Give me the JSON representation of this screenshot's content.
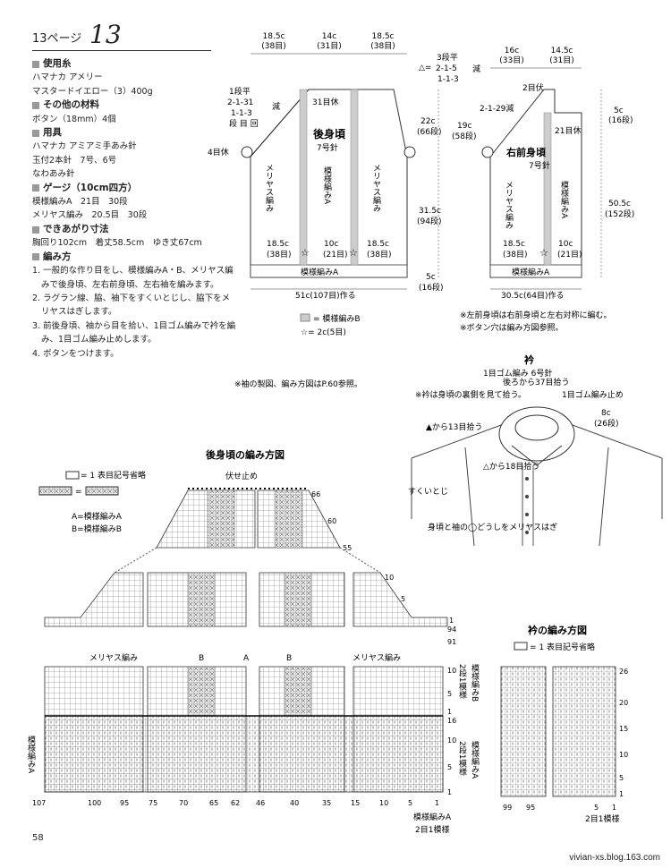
{
  "page": {
    "label": "13ページ",
    "number": "13",
    "page_no": "58",
    "footer": "vivian-xs.blog.163.com"
  },
  "sections": [
    {
      "heading": "使用糸",
      "lines": [
        "ハマナカ アメリー",
        "マスタードイエロー（3）400g"
      ]
    },
    {
      "heading": "その他の材料",
      "lines": [
        "ボタン（18mm）4個"
      ]
    },
    {
      "heading": "用具",
      "lines": [
        "ハマナカ アミアミ手あみ針",
        "玉付2本針　7号、6号",
        "なわあみ針"
      ]
    },
    {
      "heading": "ゲージ（10cm四方）",
      "lines": [
        "模様編みA　21目　30段",
        "メリヤス編み　20.5目　30段"
      ]
    },
    {
      "heading": "できあがり寸法",
      "lines": [
        "胸回り102cm　着丈58.5cm　ゆき丈67cm"
      ]
    },
    {
      "heading": "編み方",
      "lines": []
    }
  ],
  "steps": [
    "1. 一般的な作り目をし、模様編みA・B、メリヤス編みで後身頃、左右前身頃、左右袖を編みます。",
    "2. ラグラン線、脇、袖下をすくいとじし、脇下をメリヤスはぎします。",
    "3. 前後身頃、袖から目を拾い、1目ゴム編みで衿を編み、1目ゴム編み止めします。",
    "4. ボタンをつけます。"
  ],
  "back": {
    "title": "後身頃",
    "needle": "7号針",
    "top": [
      "18.5c",
      "(38目)",
      "14c",
      "(31目)",
      "18.5c",
      "(38目)"
    ],
    "dec": [
      "1段平",
      "2-1-31",
      "1-1-3",
      "段 目 回",
      "減"
    ],
    "hold": "4目休",
    "center": "31目休",
    "left_lbl": "メリヤス編み",
    "center_lbl": "模様編みA",
    "right_lbl": "メリヤス編み",
    "bottom": [
      "18.5c",
      "(38目)",
      "10c",
      "(21目)",
      "18.5c",
      "(38目)"
    ],
    "band": "模様編みA",
    "cast": "51c(107目)作る"
  },
  "front": {
    "title": "右前身頃",
    "needle": "7号針",
    "top": [
      "3段平",
      "2-1-5",
      "1-1-3",
      "減",
      "16c",
      "(33目)",
      "14.5c",
      "(31目)"
    ],
    "neck": [
      "2目伏",
      "2-1-29減",
      "21目休"
    ],
    "left_lbl": "メリヤス編み",
    "right_lbl": "模様編みA",
    "bottom": [
      "18.5c",
      "(38目)",
      "10c",
      "(21目)"
    ],
    "band": "模様編みA",
    "cast": "30.5c(64目)作る"
  },
  "dims": {
    "d1": [
      "22c",
      "(66段)"
    ],
    "d2": [
      "19c",
      "(58段)"
    ],
    "d3": [
      "31.5c",
      "(94段)"
    ],
    "d4": [
      "5c",
      "(16段)"
    ],
    "d5": [
      "5c",
      "(16段)"
    ],
    "d6": [
      "50.5c",
      "(152段)"
    ]
  },
  "legend1": {
    "b": "= 模様編みB",
    "star": "☆= 2c(5目)"
  },
  "notes": [
    "※左前身頃は右前身頃と左右対称に編む。",
    "※ボタン穴は編み方図参照。"
  ],
  "sleeve_note": "※袖の製図、編み方図はP.60参照。",
  "collar": {
    "title": "衿",
    "sub": "1目ゴム編み 6号針",
    "labels": [
      "※衿は身頃の裏側を見て拾う。",
      "後ろから37目拾う",
      "1目ゴム編み止め",
      "8c",
      "(26段)",
      "▲から13目拾う",
      "△から18目拾う",
      "すくいとじ",
      "身頃と袖の◯どうしをメリヤスはぎ"
    ]
  },
  "back_chart": {
    "title": "後身頃の編み方図",
    "legend": [
      "= 1 表目記号省略",
      "="
    ],
    "defs": [
      "A=模様編みA",
      "B=模様編みB"
    ],
    "bind": "伏せ止め",
    "bands": [
      "メリヤス編み",
      "B",
      "A",
      "B",
      "メリヤス編み"
    ],
    "rows_r": [
      "66",
      "60",
      "55",
      "10",
      "5",
      "1",
      "94",
      "91",
      "10",
      "5",
      "1",
      "16",
      "10",
      "5",
      "1"
    ],
    "side_r": [
      "2段1模様",
      "模様編みB",
      "2段1模様",
      "模様編みA"
    ],
    "side_l": "模様編みA",
    "cols": [
      "107",
      "100",
      "95",
      "75",
      "70",
      "65",
      "62",
      "46",
      "40",
      "35",
      "15",
      "10",
      "5",
      "1"
    ],
    "bottom_lbl": [
      "模様編みA",
      "2目1模様"
    ]
  },
  "collar_chart": {
    "title": "衿の編み方図",
    "legend": "= 1 表目記号省略",
    "rows": [
      "26",
      "20",
      "15",
      "10",
      "5",
      "1"
    ],
    "cols": [
      "99",
      "95",
      "5",
      "1"
    ],
    "bottom_lbl": "2目1模様"
  }
}
